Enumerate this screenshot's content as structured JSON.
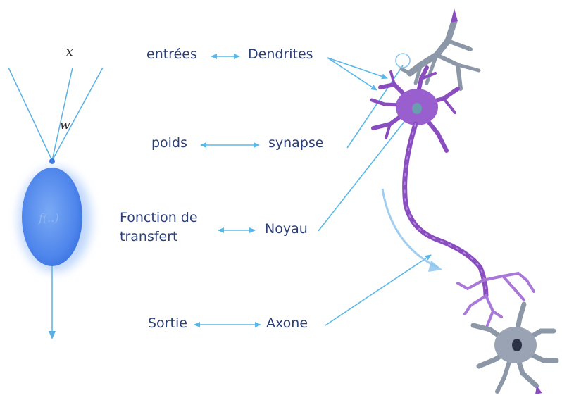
{
  "artificial_neuron": {
    "input_label": "x",
    "weight_label": "w",
    "function_label": "f(..)"
  },
  "mapping": [
    {
      "left": "entrées",
      "right": "Dendrites"
    },
    {
      "left": "poids",
      "right": "synapse"
    },
    {
      "left": "Fonction de\ntransfert",
      "right": "Noyau"
    },
    {
      "left": "Sortie",
      "right": "Axone"
    }
  ],
  "colors": {
    "text": "#2b3f78",
    "arrow": "#58b8e8",
    "neuron_body": "#6a9ff0",
    "neuron_glow": "#b9d3fb",
    "bio_neuron": "#8a4dbf",
    "bio_neuron_light": "#a877d8",
    "grey_neuron": "#8c97a8"
  }
}
